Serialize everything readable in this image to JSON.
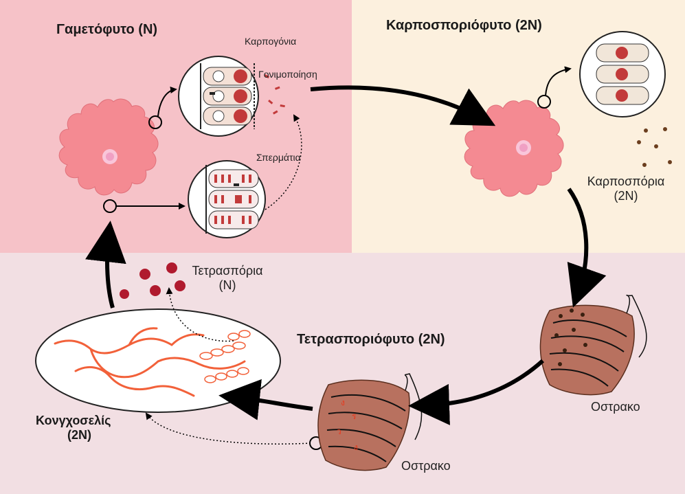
{
  "colors": {
    "gametophyte_bg": "#f6c2c8",
    "carposporophyte_bg": "#fcf0de",
    "tetrasporophyte_bg": "#f2dfe3",
    "thallus": "#f48a92",
    "shell": "#b8715f",
    "spore": "#b01a2e"
  },
  "labels": {
    "gametophyte": "Γαμετόφυτο (N)",
    "carposporophyte": "Καρποσποριόφυτο (2N)",
    "tetrasporophyte": "Τετρασποριόφυτο (2N)",
    "carpogonia": "Καρπογόνια",
    "fertilization": "Γονιμοποίηση",
    "spermatia": "Σπερμάτια",
    "carpospores_line1": "Καρποσπόρια",
    "carpospores_line2": "(2N)",
    "tetraspores_line1": "Τετρασπόρια",
    "tetraspores_line2": "(N)",
    "shell_right": "Οστρακο",
    "shell_bottom": "Οστρακο",
    "conchocelis_line1": "Κονγχοσελίς",
    "conchocelis_line2": "(2N)"
  }
}
